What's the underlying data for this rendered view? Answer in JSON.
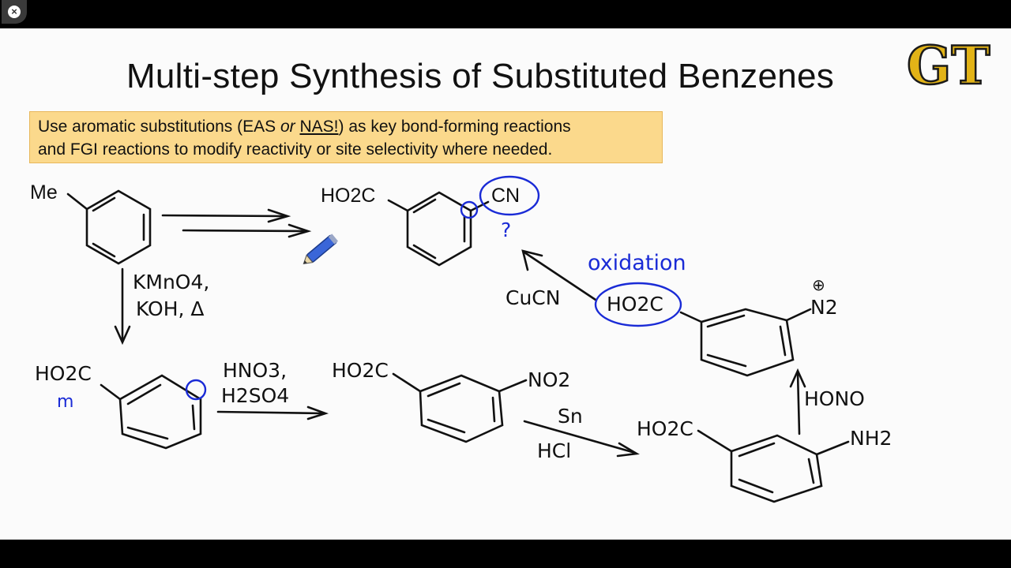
{
  "player": {
    "close_icon": "close-icon",
    "close_glyph": "×"
  },
  "slide": {
    "title": "Multi-step Synthesis of Substituted Benzenes",
    "logo_text": "GT",
    "callout": {
      "part1": "Use aromatic substitutions (EAS ",
      "or_word": "or",
      "nas_word": "NAS!",
      "part2": ") as key bond-forming reactions",
      "line2": "and FGI reactions to modify reactivity or site selectivity where needed."
    }
  },
  "scheme": {
    "start_label": "Me",
    "target_left": "HO2C",
    "target_right": "CN",
    "target_question": "?",
    "reagent1_line1": "KMnO4,",
    "reagent1_line2": "KOH, Δ",
    "intermediate1_label": "HO2C",
    "intermediate1_note": "m",
    "reagent2_line1": "HNO3,",
    "reagent2_line2": "H2SO4",
    "intermediate2_left": "HO2C",
    "intermediate2_right": "NO2",
    "reagent3_line1": "Sn",
    "reagent3_line2": "HCl",
    "intermediate3_left": "HO2C",
    "intermediate3_right": "NH2",
    "reagent4": "HONO",
    "intermediate4_left": "HO2C",
    "intermediate4_right": "N2",
    "intermediate4_charge": "⊕",
    "reagent5": "CuCN",
    "annotation": "oxidation"
  },
  "colors": {
    "ink": "#111111",
    "annotation_blue": "#1a2bd6",
    "callout_bg": "#fbd98c",
    "logo_gold": "#e2b317"
  }
}
